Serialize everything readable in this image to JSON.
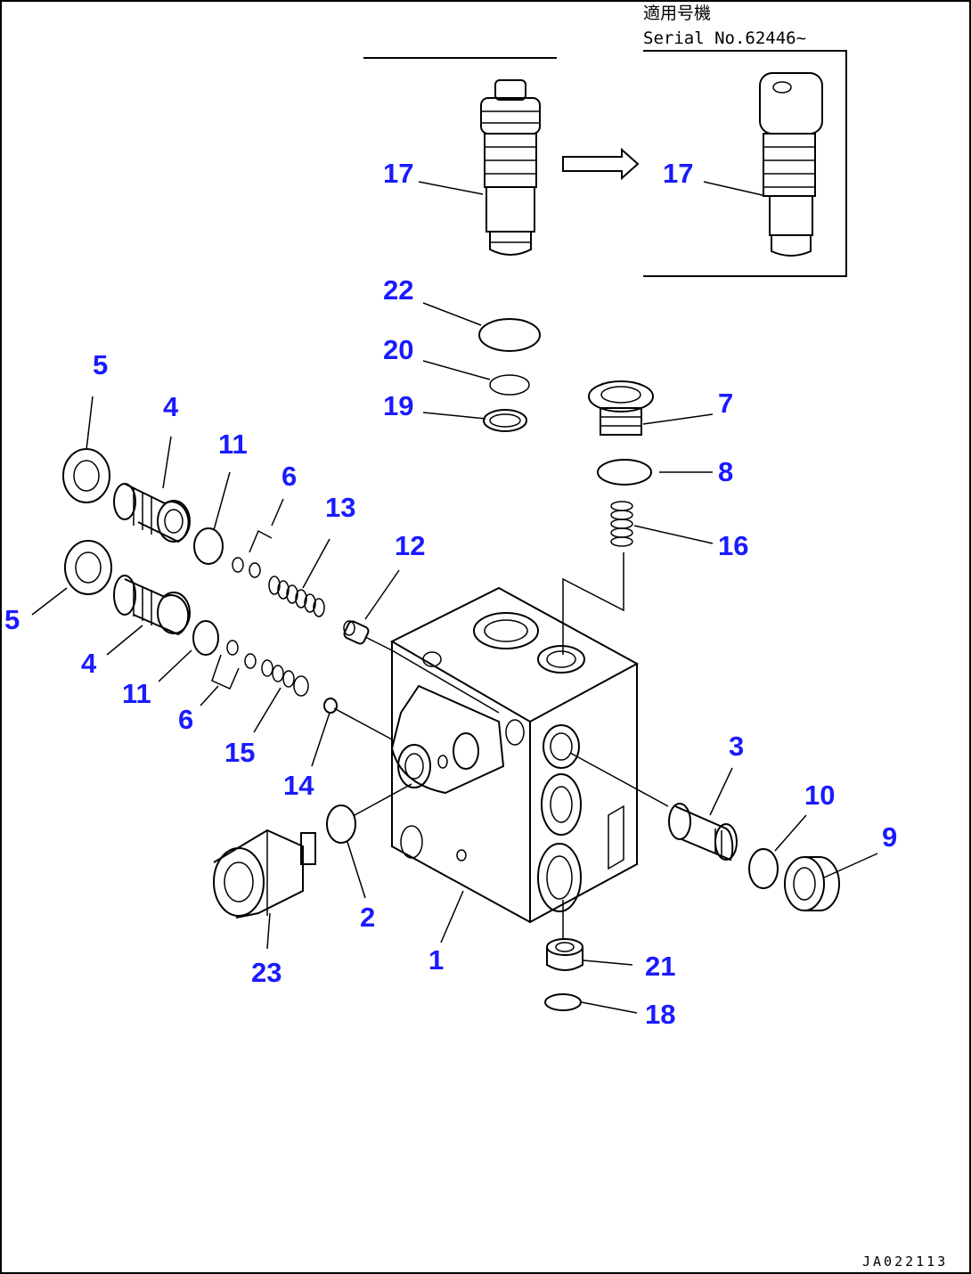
{
  "serial_note": {
    "line1": "適用号機",
    "line2": "Serial No.62446~"
  },
  "drawing_code": "JA022113",
  "callouts": [
    "1",
    "2",
    "3",
    "4",
    "4",
    "5",
    "5",
    "6",
    "6",
    "7",
    "8",
    "9",
    "10",
    "11",
    "11",
    "12",
    "13",
    "14",
    "15",
    "16",
    "17",
    "17",
    "18",
    "19",
    "20",
    "21",
    "22",
    "23"
  ],
  "colors": {
    "callout": "#1a1aff",
    "line": "#000000",
    "background": "#ffffff"
  }
}
